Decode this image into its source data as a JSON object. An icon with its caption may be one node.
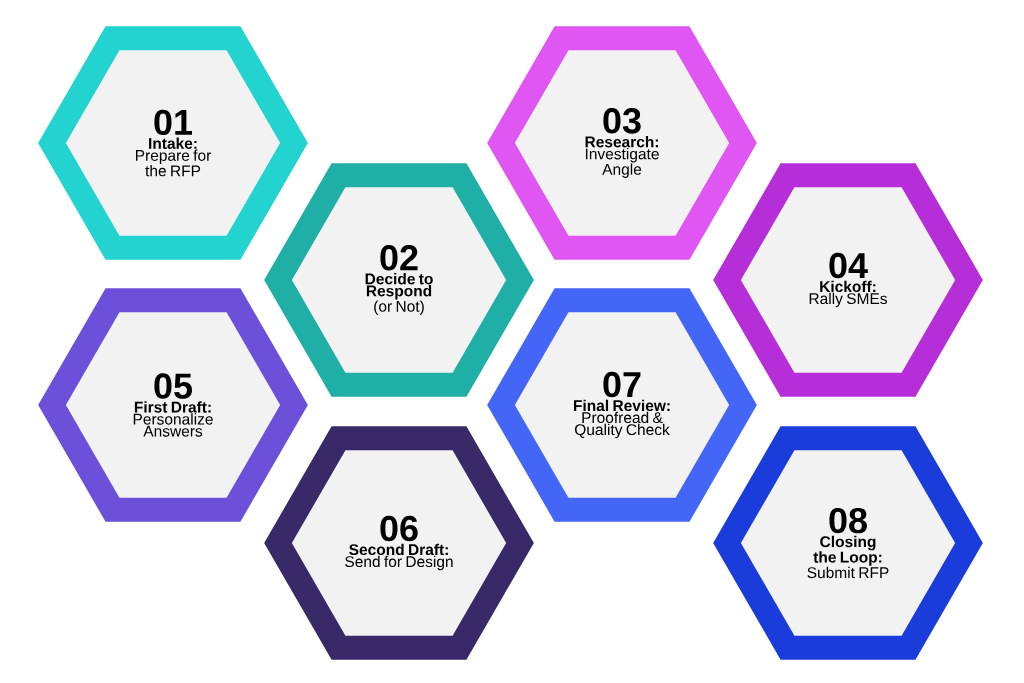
{
  "diagram": {
    "nodes": [
      {
        "text": [
          "01",
          "Intake:",
          "Prepare for the RFP"
        ]
      },
      {
        "text": [
          "02",
          "Decide to Respond",
          "(or Not)"
        ]
      },
      {
        "text": [
          "03",
          "Research:",
          "Investigate Angle"
        ]
      },
      {
        "text": [
          "04",
          "Kickoff:",
          "Rally SMEs"
        ]
      },
      {
        "text": [
          "05",
          "First Draft:",
          "Personalize Answers"
        ]
      },
      {
        "text": [
          "06",
          "Second Draft:",
          "Send for Design"
        ]
      },
      {
        "text": [
          "07",
          "Final Review:",
          "Proofread & Quality Check"
        ]
      },
      {
        "text": [
          "08",
          "Closing the Loop:",
          "Submit RFP"
        ]
      }
    ]
  }
}
